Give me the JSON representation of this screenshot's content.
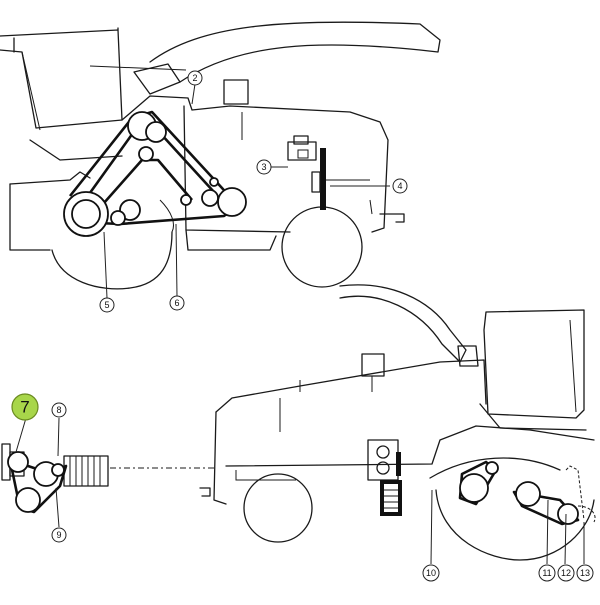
{
  "callouts": [
    {
      "id": "c2",
      "label": "2"
    },
    {
      "id": "c3",
      "label": "3"
    },
    {
      "id": "c4",
      "label": "4"
    },
    {
      "id": "c5",
      "label": "5"
    },
    {
      "id": "c6",
      "label": "6"
    },
    {
      "id": "c7",
      "label": "7",
      "highlight": true,
      "color": "#a8d64a"
    },
    {
      "id": "c8",
      "label": "8"
    },
    {
      "id": "c9",
      "label": "9"
    },
    {
      "id": "c10",
      "label": "10"
    },
    {
      "id": "c11",
      "label": "11"
    },
    {
      "id": "c12",
      "label": "12"
    },
    {
      "id": "c13",
      "label": "13"
    }
  ]
}
